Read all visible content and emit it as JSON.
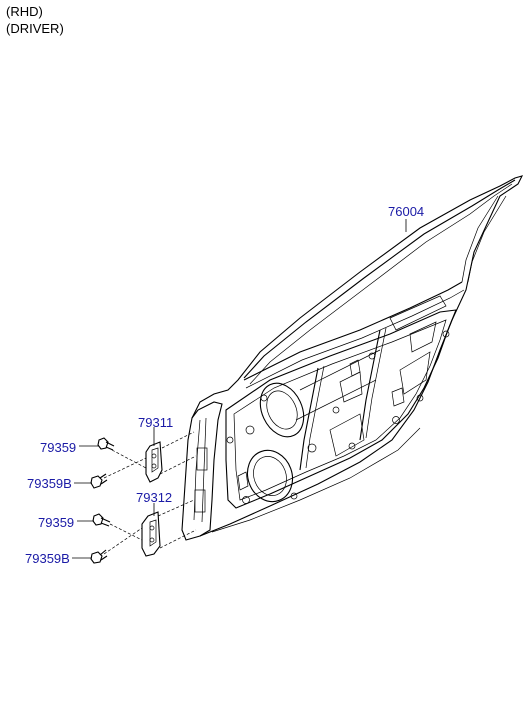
{
  "notes": {
    "variant": "(RHD)",
    "side": "(DRIVER)"
  },
  "callouts": {
    "door_panel": "76004",
    "upper_hinge": "79311",
    "lower_hinge": "79312",
    "bolt_upper": "79359",
    "bolt_upper_b": "79359B",
    "bolt_lower": "79359",
    "bolt_lower_b": "79359B"
  },
  "colors": {
    "callout_text": "#1a1aa6",
    "line": "#000000"
  }
}
